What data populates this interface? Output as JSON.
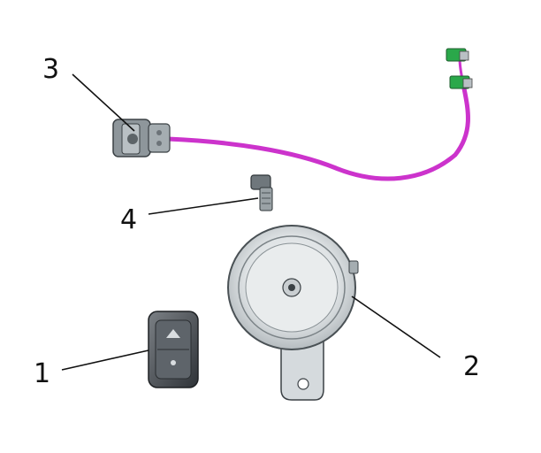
{
  "callouts": {
    "c1": "1",
    "c2": "2",
    "c3": "3",
    "c4": "4"
  },
  "colors": {
    "wire": "#cc33cc",
    "terminal": "#2aa84a",
    "line": "#111111"
  }
}
